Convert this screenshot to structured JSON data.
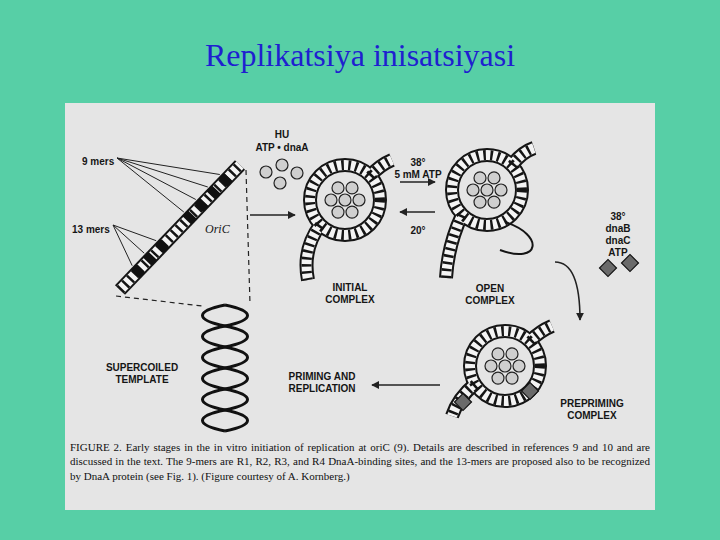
{
  "diagram": {
    "title": "Replikatsiya inisatsiyasi",
    "caption": "FIGURE 2. Early stages in the in vitro initiation of replication at oriC (9). Details are described in references 9 and 10 and are discussed in the text. The 9-mers are R1, R2, R3, and R4 DnaA-binding sites, and the 13-mers are proposed also to be recognized by DnaA protein (see Fig. 1). (Figure courtesy of A. Kornberg.)",
    "nodes": [
      {
        "text": [
          "OriC"
        ]
      },
      {
        "text": [
          "INITIAL COMPLEX"
        ]
      },
      {
        "text": [
          "OPEN COMPLEX"
        ]
      },
      {
        "text": [
          "PREPRIMING COMPLEX"
        ]
      },
      {
        "text": [
          "PRIMING AND REPLICATION"
        ]
      },
      {
        "text": [
          "SUPERCOILED TEMPLATE"
        ]
      }
    ],
    "edges": [
      {
        "from": 0,
        "to": 1,
        "arrow": "to"
      },
      {
        "from": 1,
        "to": 2,
        "arrow": "to"
      },
      {
        "from": 2,
        "to": 1,
        "arrow": "to"
      },
      {
        "from": 2,
        "to": 3,
        "arrow": "to"
      },
      {
        "from": 3,
        "to": 4,
        "arrow": "to"
      }
    ],
    "labels": [
      "9 mers",
      "13 mers",
      "HU",
      "ATP • dnaA",
      "38°",
      "5 mM ATP",
      "20°",
      "38°",
      "dnaB",
      "dnaC",
      "ATP"
    ]
  }
}
